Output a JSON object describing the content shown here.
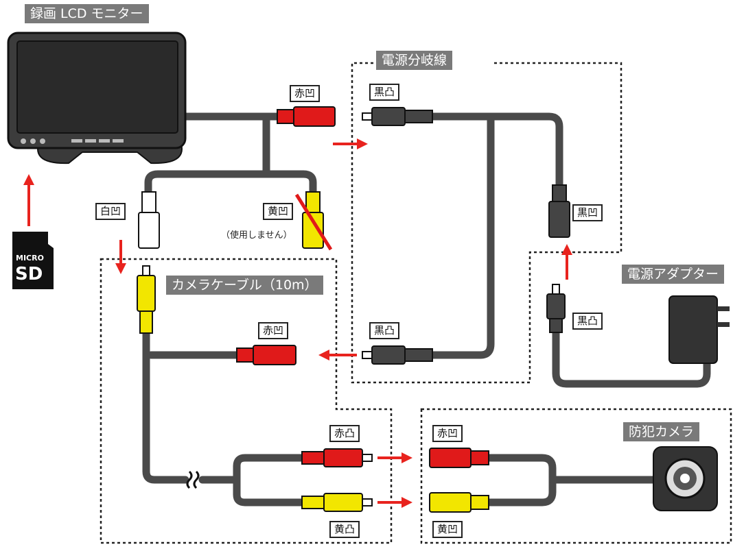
{
  "labels": {
    "monitor": "録画 LCD モニター",
    "splitter": "電源分岐線",
    "camera_cable": "カメラケーブル（10m）",
    "adapter": "電源アダプター",
    "camera": "防犯カメラ",
    "red_female_monitor": "赤凹",
    "black_male_top": "黒凸",
    "white_female": "白凹",
    "yellow_female_unused": "黄凹",
    "unused_note": "（使用しません）",
    "black_female": "黒凹",
    "black_male_adapter": "黒凸",
    "red_female_cable": "赤凹",
    "black_male_bottom": "黒凸",
    "red_male_cable": "赤凸",
    "yellow_male_cable": "黄凸",
    "red_female_camera": "赤凹",
    "yellow_female_camera": "黄凹",
    "sd_card": "MICRO SD",
    "sd_micro": "MICRO",
    "sd_sd": "SD"
  },
  "colors": {
    "cable": "#4a4a4a",
    "red": "#e01a1a",
    "yellow": "#f2e600",
    "white": "#ffffff",
    "black": "#333333",
    "arrow": "#e8231e",
    "tag": "#7a7a7a"
  }
}
